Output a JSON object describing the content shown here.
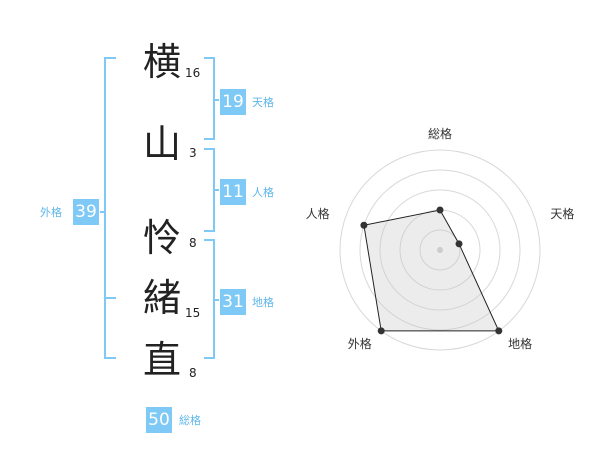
{
  "name_chars": [
    {
      "char": "横",
      "strokes": "16"
    },
    {
      "char": "山",
      "strokes": "3"
    },
    {
      "char": "怜",
      "strokes": "8"
    },
    {
      "char": "緒",
      "strokes": "15"
    },
    {
      "char": "直",
      "strokes": "8"
    }
  ],
  "fortunes": {
    "tenkaku": {
      "value": "19",
      "label": "天格"
    },
    "jinkaku": {
      "value": "11",
      "label": "人格"
    },
    "chikaku": {
      "value": "31",
      "label": "地格"
    },
    "gaikaku": {
      "value": "39",
      "label": "外格"
    },
    "soukaku": {
      "value": "50",
      "label": "総格"
    }
  },
  "colors": {
    "accent": "#7ec9f5",
    "accent_text": "#5cb6ea",
    "bracket": "#7ec9f5"
  },
  "chart_data": {
    "type": "radar",
    "axes": [
      "総格",
      "天格",
      "地格",
      "外格",
      "人格"
    ],
    "levels": 5,
    "values": [
      2,
      1,
      5,
      5,
      4
    ],
    "max": 5
  }
}
